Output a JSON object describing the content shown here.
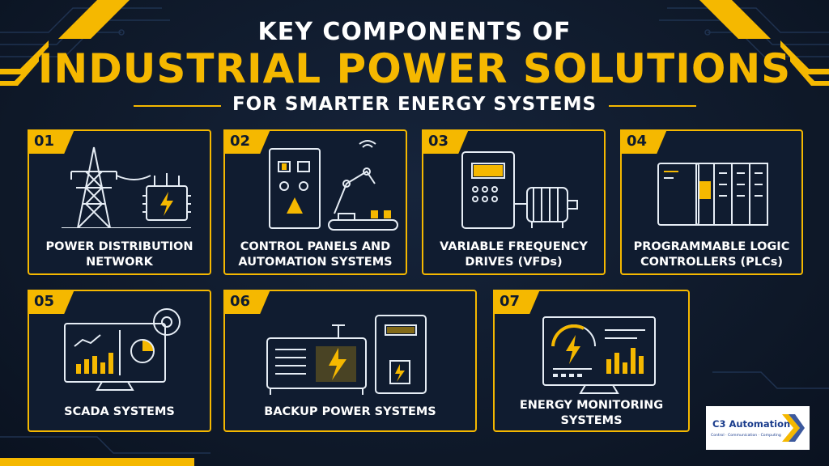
{
  "header": {
    "title_line1": "KEY COMPONENTS OF",
    "title_line2": "INDUSTRIAL POWER SOLUTIONS",
    "subtitle": "FOR SMARTER ENERGY SYSTEMS"
  },
  "colors": {
    "accent": "#f5b800",
    "background": "#0f1b2e",
    "text": "#ffffff",
    "line_art": "#e6edf5"
  },
  "cards": [
    {
      "number": "01",
      "label_lines": [
        "POWER DISTRIBUTION",
        "NETWORK"
      ],
      "icon": "transmission-tower-transformer-icon"
    },
    {
      "number": "02",
      "label_lines": [
        "CONTROL PANELS AND",
        "AUTOMATION SYSTEMS"
      ],
      "icon": "control-panel-robot-arm-icon"
    },
    {
      "number": "03",
      "label_lines": [
        "VARIABLE FREQUENCY",
        "DRIVES (VFDs)"
      ],
      "icon": "vfd-motor-icon"
    },
    {
      "number": "04",
      "label_lines": [
        "PROGRAMMABLE LOGIC",
        "CONTROLLERS (PLCs)"
      ],
      "icon": "plc-rack-icon"
    },
    {
      "number": "05",
      "label_lines": [
        "SCADA SYSTEMS"
      ],
      "icon": "scada-monitor-icon"
    },
    {
      "number": "06",
      "label_lines": [
        "BACKUP POWER SYSTEMS"
      ],
      "icon": "generator-battery-icon"
    },
    {
      "number": "07",
      "label_lines": [
        "ENERGY MONITORING",
        "SYSTEMS"
      ],
      "icon": "energy-monitor-icon"
    }
  ],
  "logo": {
    "name": "C3 Automation",
    "tagline": "Control · Communication · Computing"
  }
}
